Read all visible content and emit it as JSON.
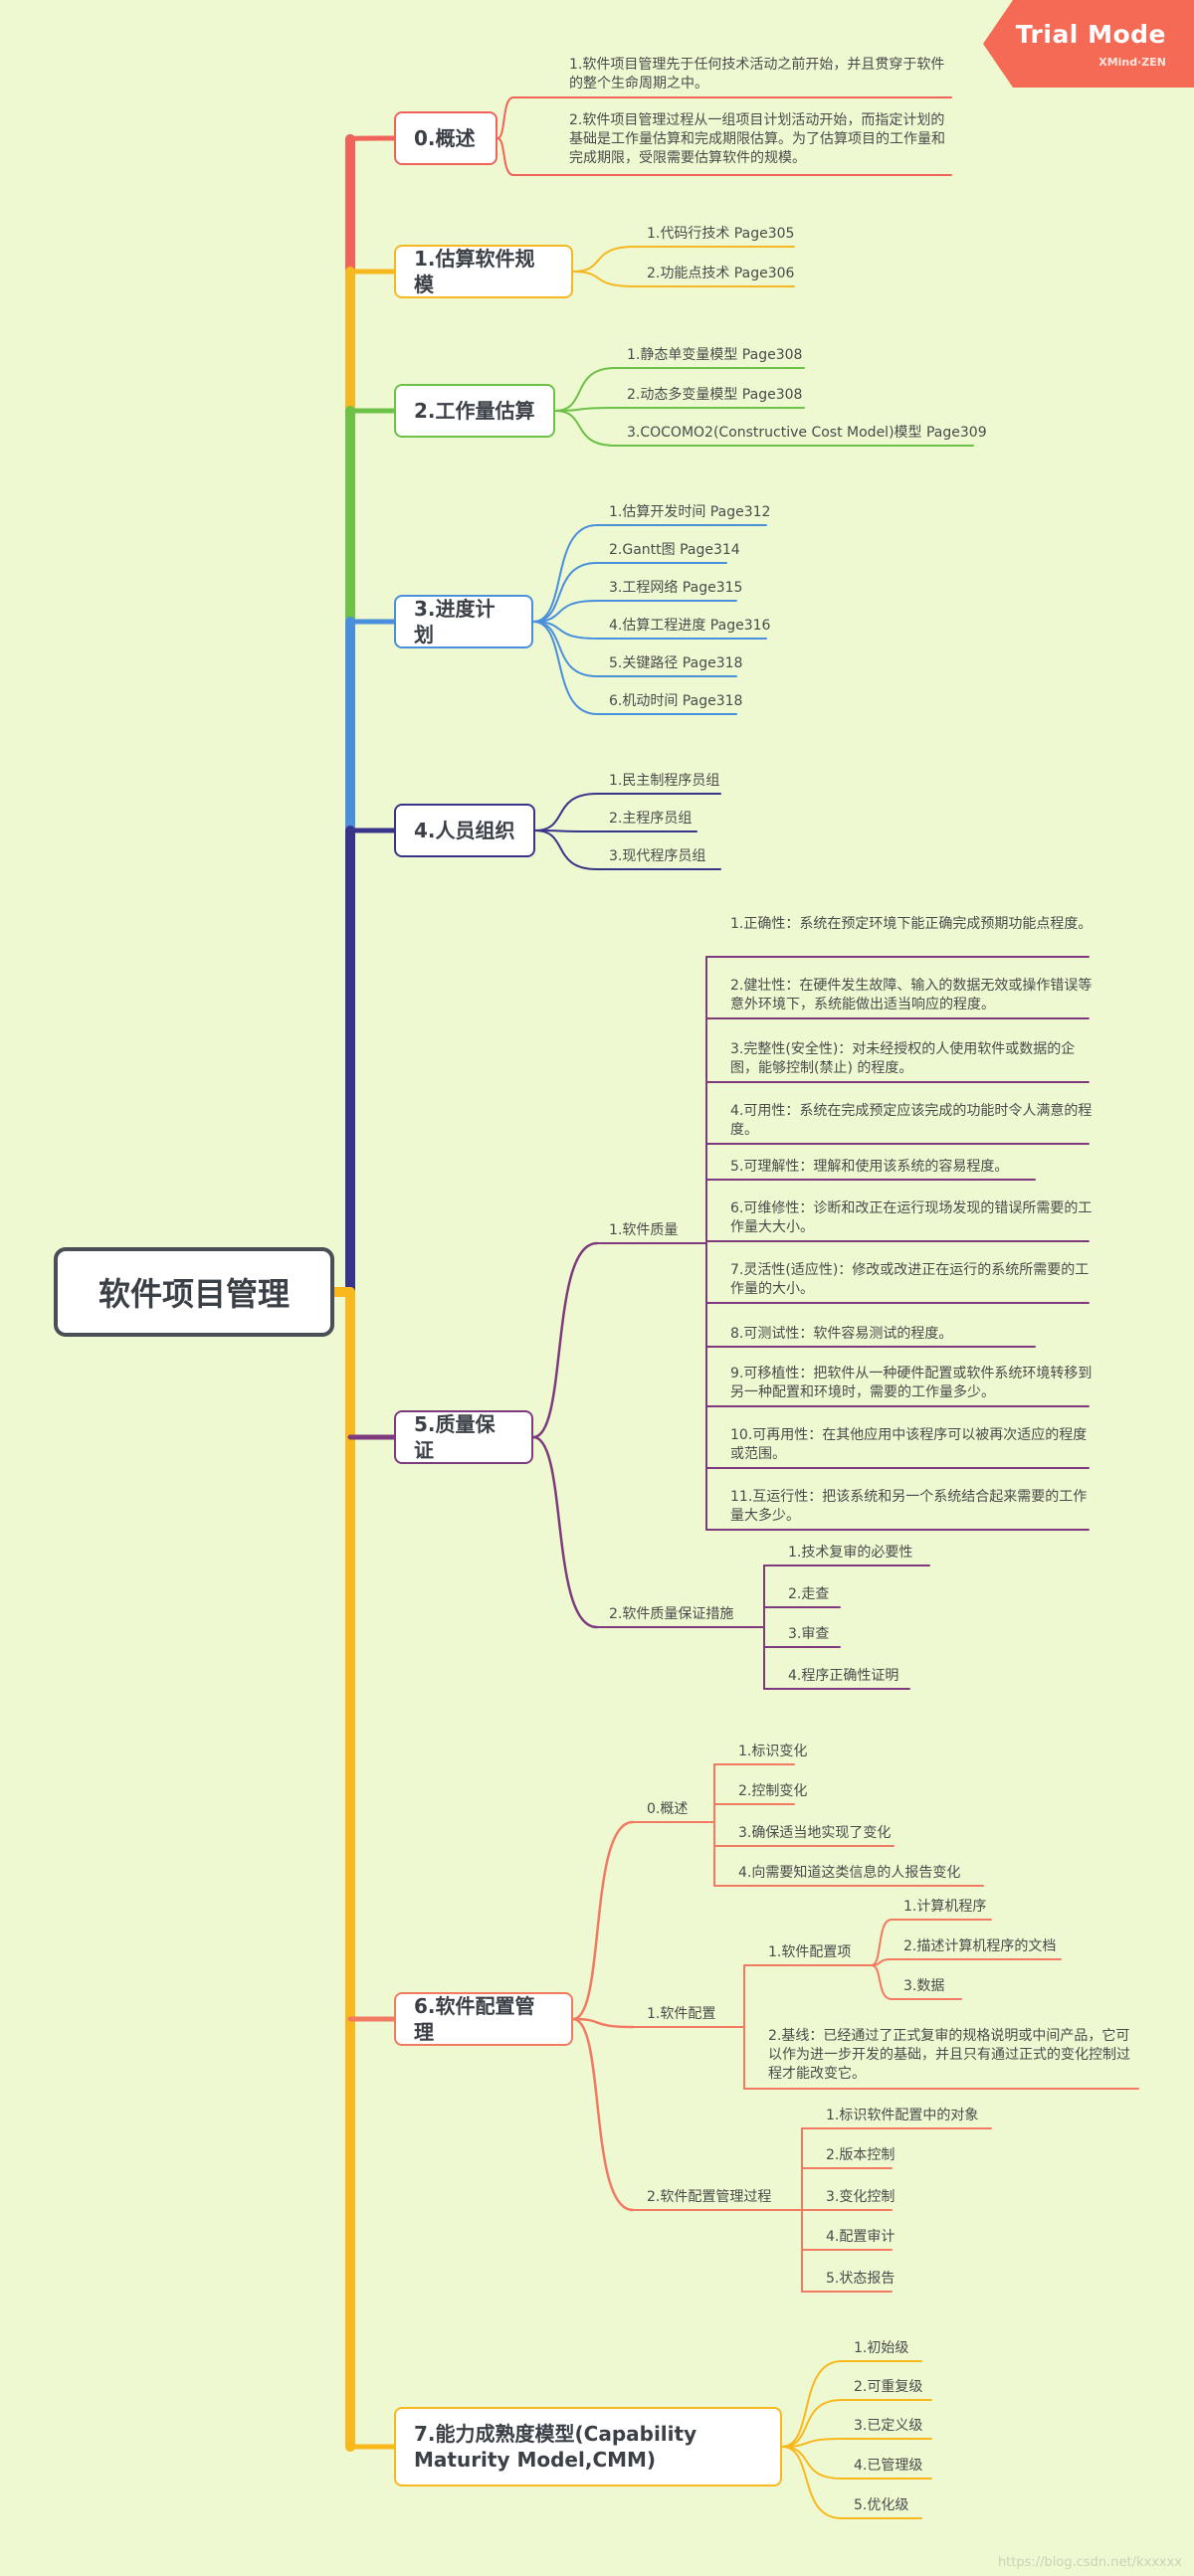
{
  "colors": {
    "background": "#eef9d2",
    "b0": "#f0635b",
    "b1": "#f5b820",
    "b2": "#6cc146",
    "b3": "#4a8fdc",
    "b4": "#38348a",
    "b5": "#7d3b7e",
    "b6": "#f27a62",
    "b7": "#f9b81b",
    "trial": "#f46a55"
  },
  "trial_badge": {
    "title": "Trial Mode",
    "subtitle": "XMind·ZEN"
  },
  "watermark": "https://blog.csdn.net/kxxxxx",
  "root": {
    "label": "软件项目管理"
  },
  "branches": [
    {
      "label": "0.概述",
      "items": [
        "1.软件项目管理先于任何技术活动之前开始，并且贯穿于软件的整个生命周期之中。",
        "2.软件项目管理过程从一组项目计划活动开始，而指定计划的基础是工作量估算和完成期限估算。为了估算项目的工作量和完成期限，受限需要估算软件的规模。"
      ]
    },
    {
      "label": "1.估算软件规模",
      "items": [
        "1.代码行技术 Page305",
        "2.功能点技术 Page306"
      ]
    },
    {
      "label": "2.工作量估算",
      "items": [
        "1.静态单变量模型 Page308",
        "2.动态多变量模型 Page308",
        "3.COCOMO2(Constructive Cost Model)模型 Page309"
      ]
    },
    {
      "label": "3.进度计划",
      "items": [
        "1.估算开发时间 Page312",
        "2.Gantt图 Page314",
        "3.工程网络 Page315",
        "4.估算工程进度 Page316",
        "5.关键路径 Page318",
        "6.机动时间 Page318"
      ]
    },
    {
      "label": "4.人员组织",
      "items": [
        "1.民主制程序员组",
        "2.主程序员组",
        "3.现代程序员组"
      ]
    },
    {
      "label": "5.质量保证",
      "groups": [
        {
          "label": "1.软件质量",
          "items": [
            "1.正确性：系统在预定环境下能正确完成预期功能点程度。",
            "2.健壮性：在硬件发生故障、输入的数据无效或操作错误等意外环境下，系统能做出适当响应的程度。",
            "3.完整性(安全性)：对未经授权的人使用软件或数据的企图，能够控制(禁止) 的程度。",
            "4.可用性：系统在完成预定应该完成的功能时令人满意的程度。",
            "5.可理解性：理解和使用该系统的容易程度。",
            "6.可维修性：诊断和改正在运行现场发现的错误所需要的工作量大大小。",
            "7.灵活性(适应性)：修改或改进正在运行的系统所需要的工作量的大小。",
            "8.可测试性：软件容易测试的程度。",
            "9.可移植性：把软件从一种硬件配置或软件系统环境转移到另一种配置和环境时，需要的工作量多少。",
            "10.可再用性：在其他应用中该程序可以被再次适应的程度或范围。",
            "11.互运行性：把该系统和另一个系统结合起来需要的工作量大多少。"
          ]
        },
        {
          "label": "2.软件质量保证措施",
          "items": [
            "1.技术复审的必要性",
            "2.走查",
            "3.审查",
            "4.程序正确性证明"
          ]
        }
      ]
    },
    {
      "label": "6.软件配置管理",
      "groups": [
        {
          "label": "0.概述",
          "items": [
            "1.标识变化",
            "2.控制变化",
            "3.确保适当地实现了变化",
            "4.向需要知道这类信息的人报告变化"
          ]
        },
        {
          "label": "1.软件配置",
          "subgroups": [
            {
              "label": "1.软件配置项",
              "items": [
                "1.计算机程序",
                "2.描述计算机程序的文档",
                "3.数据"
              ]
            },
            {
              "label": "2.基线：已经通过了正式复审的规格说明或中间产品，它可以作为进一步开发的基础，并且只有通过正式的变化控制过程才能改变它。",
              "items": []
            }
          ]
        },
        {
          "label": "2.软件配置管理过程",
          "items": [
            "1.标识软件配置中的对象",
            "2.版本控制",
            "3.变化控制",
            "4.配置审计",
            "5.状态报告"
          ]
        }
      ]
    },
    {
      "label": "7.能力成熟度模型(Capability Maturity Model,CMM)",
      "items": [
        "1.初始级",
        "2.可重复级",
        "3.已定义级",
        "4.已管理级",
        "5.优化级"
      ]
    }
  ]
}
